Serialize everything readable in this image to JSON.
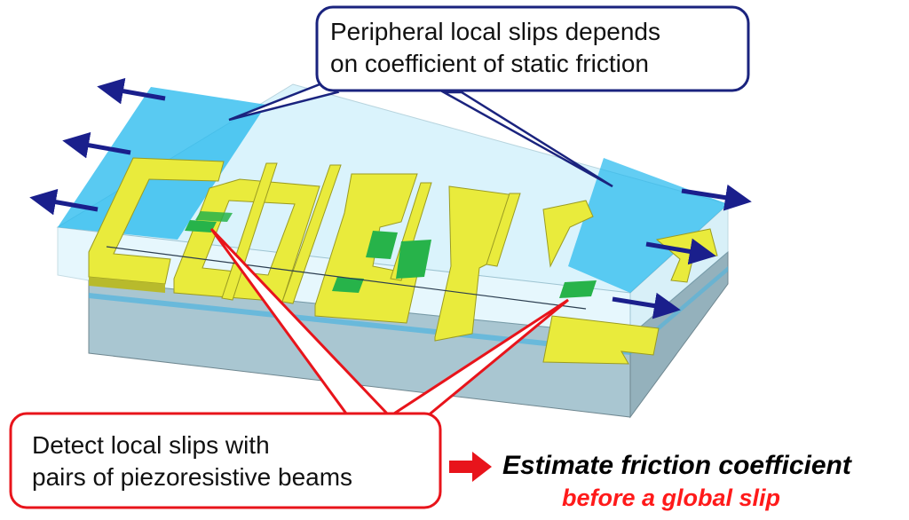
{
  "callouts": {
    "peripheral": {
      "line1": "Peripheral local slips depends",
      "line2": "on coefficient of static friction"
    },
    "detect": {
      "line1": "Detect local slips with",
      "line2": "pairs of piezoresistive beams"
    }
  },
  "conclusion": {
    "main": "Estimate friction coefficient",
    "sub": "before a global slip"
  },
  "colors": {
    "callout_blue_border": "#1a237e",
    "callout_red_border": "#e8141b",
    "conclusion_sub": "#ff1a1a",
    "force_arrow": "#1a1f8c",
    "sensor_electrode": "#e9eb3c",
    "piezoresistive_beam": "#27b34a",
    "slip_region": "#21b8ee",
    "cover_layer": "#bdebfa",
    "substrate": "#a9c6d1"
  },
  "icons": {
    "force_arrows": "left-right-arrow-icon",
    "result_arrow": "right-arrow-icon"
  }
}
